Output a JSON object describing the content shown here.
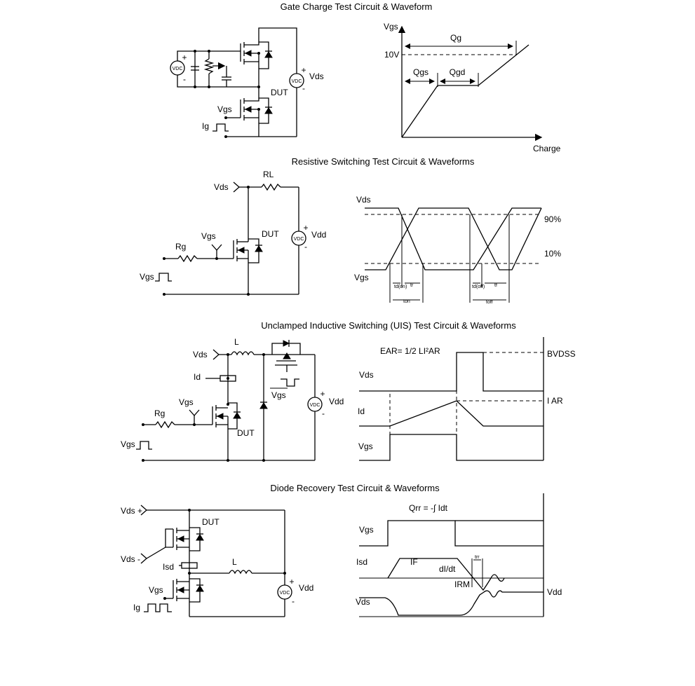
{
  "sections": [
    {
      "title": "Gate Charge Test Circuit & Waveform",
      "circuit_labels": {
        "vdc": "VDC",
        "plus": "+",
        "minus": "-",
        "vds": "Vds",
        "dut": "DUT",
        "vgs": "Vgs",
        "ig": "Ig"
      },
      "waveform_labels": {
        "y_axis": "Vgs",
        "x_axis": "Charge",
        "qg": "Qg",
        "v10": "10V",
        "qgs": "Qgs",
        "qgd": "Qgd"
      }
    },
    {
      "title": "Resistive Switching Test Circuit & Waveforms",
      "circuit_labels": {
        "vds": "Vds",
        "rl": "RL",
        "vgs": "Vgs",
        "dut": "DUT",
        "rg": "Rg",
        "vdd": "Vdd",
        "vdc": "VDC",
        "plus": "+",
        "minus": "-",
        "vgs_pulse": "Vgs"
      },
      "waveform_labels": {
        "vds": "Vds",
        "vgs": "Vgs",
        "p90": "90%",
        "p10": "10%",
        "td_on": "td(on)",
        "tr": "tr",
        "td_off": "td(off)",
        "tf": "tf",
        "ton": "ton",
        "toff": "toff"
      }
    },
    {
      "title": "Unclamped Inductive Switching (UIS) Test Circuit & Waveforms",
      "circuit_labels": {
        "vds": "Vds",
        "l": "L",
        "id": "Id",
        "vgs": "Vgs",
        "rg": "Rg",
        "dut": "DUT",
        "vgs_bar": "Vgs",
        "vdd": "Vdd",
        "vdc": "VDC",
        "plus": "+",
        "minus": "-",
        "vgs_pulse": "Vgs"
      },
      "waveform_labels": {
        "ear_eq": "EAR= 1/2 LI²AR",
        "bv": "BVDSS",
        "vds": "Vds",
        "id": "Id",
        "iar": "I AR",
        "vgs": "Vgs"
      }
    },
    {
      "title": "Diode Recovery Test Circuit & Waveforms",
      "circuit_labels": {
        "vds_plus": "Vds +",
        "dut": "DUT",
        "vds_minus": "Vds -",
        "isd": "Isd",
        "l": "L",
        "vgs": "Vgs",
        "vdd": "Vdd",
        "vdc": "VDC",
        "plus": "+",
        "minus": "-",
        "ig": "Ig"
      },
      "waveform_labels": {
        "qrr_eq": "Qrr = -∫ Idt",
        "vgs": "Vgs",
        "isd": "Isd",
        "if": "IF",
        "didt": "dI/dt",
        "trr": "trr",
        "irm": "IRM",
        "vds": "Vds",
        "vdd": "Vdd"
      }
    }
  ]
}
